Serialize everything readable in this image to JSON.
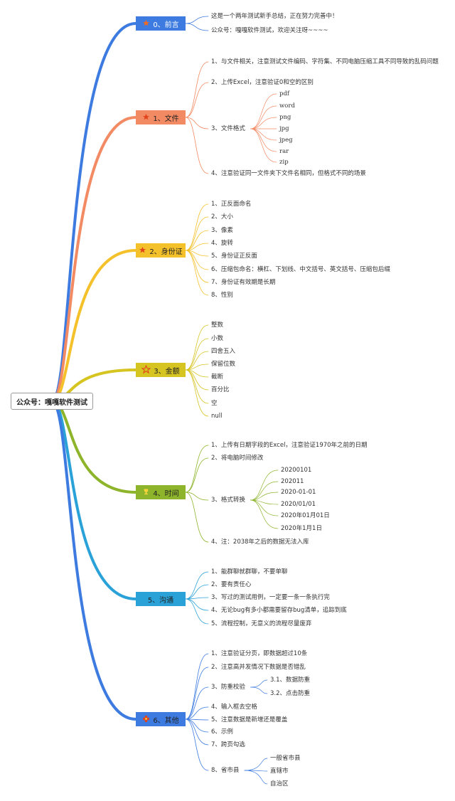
{
  "root": {
    "label": "公众号：嘎嘎软件测试"
  },
  "branches": [
    {
      "key": "preface",
      "label": "0、前言",
      "color": "#3d7be0",
      "text_color": "#ffffff",
      "icon": "star-icon",
      "icon_color": "#f26a21",
      "items": [
        {
          "text": "这是一个两年测试新手总结，正在努力完善中！"
        },
        {
          "text": "公众号：嘎嘎软件测试，欢迎关注呀~~~~"
        }
      ]
    },
    {
      "key": "file",
      "label": "1、文件",
      "color": "#f28a63",
      "text_color": "#222222",
      "icon": "star-icon",
      "icon_color": "#e2441b",
      "items": [
        {
          "text": "1、与文件相关，注意测试文件编码、字符集、不同电脑压缩工具不同导致的乱码问题"
        },
        {
          "text": "2、上传Excel，注意验证0和空的区别"
        },
        {
          "text": "3、文件格式",
          "children": [
            "pdf",
            "word",
            "png",
            "jpg",
            "jpeg",
            "rar",
            "zip"
          ]
        },
        {
          "text": "4、注意验证同一文件夹下文件名相同，但格式不同的场景"
        }
      ]
    },
    {
      "key": "id-card",
      "label": "2、身份证",
      "color": "#f5c12a",
      "text_color": "#222222",
      "icon": "star-icon",
      "icon_color": "#e2441b",
      "items": [
        {
          "text": "1、正反面命名"
        },
        {
          "text": "2、大小"
        },
        {
          "text": "3、像素"
        },
        {
          "text": "4、旋转"
        },
        {
          "text": "5、身份证正反面"
        },
        {
          "text": "6、压缩包命名：横杠、下划线、中文括号、英文括号、压缩包后缀"
        },
        {
          "text": "7、身份证有效期是长期"
        },
        {
          "text": "8、性别"
        }
      ]
    },
    {
      "key": "amount",
      "label": "3、金额",
      "color": "#d6c421",
      "text_color": "#222222",
      "icon": "star-outline-icon",
      "icon_color": "#e2441b",
      "items": [
        {
          "text": "整数"
        },
        {
          "text": "小数"
        },
        {
          "text": "四舍五入"
        },
        {
          "text": "保留位数"
        },
        {
          "text": "截断"
        },
        {
          "text": "百分比"
        },
        {
          "text": "空"
        },
        {
          "text": "null"
        }
      ]
    },
    {
      "key": "time",
      "label": "4、时间",
      "color": "#8db42a",
      "text_color": "#222222",
      "icon": "trophy-icon",
      "icon_color": "#f5d33a",
      "items": [
        {
          "text": "1、上传有日期字段的Excel，注意验证1970年之前的日期"
        },
        {
          "text": "2、将电脑时间修改"
        },
        {
          "text": "3、格式转换",
          "children": [
            "20200101",
            "202011",
            "2020-01-01",
            "2020/01/01",
            "2020年01月01日",
            "2020年1月1日"
          ]
        },
        {
          "text": "4、注：2038年之后的数据无法入库"
        }
      ]
    },
    {
      "key": "communication",
      "label": "5、沟通",
      "color": "#2aa2d8",
      "text_color": "#222222",
      "icon": "",
      "icon_color": "",
      "items": [
        {
          "text": "1、能群聊就群聊，不要单聊"
        },
        {
          "text": "2、要有责任心"
        },
        {
          "text": "3、写过的测试用例，一定要一条一条执行完"
        },
        {
          "text": "4、无论bug有多小都需要留存bug清单，追踪到底"
        },
        {
          "text": "5、流程控制，无意义的流程尽量废弃"
        }
      ]
    },
    {
      "key": "other",
      "label": "6、其他",
      "color": "#3d7be0",
      "text_color": "#222222",
      "icon": "flower-icon",
      "icon_color": "#e2441b",
      "items": [
        {
          "text": "1、注意验证分页，即数据超过10条"
        },
        {
          "text": "2、注意高并发情况下数据是否错乱"
        },
        {
          "text": "3、防重校验",
          "children": [
            "3.1、数据防重",
            "3.2、点击防重"
          ]
        },
        {
          "text": "4、输入框去空格"
        },
        {
          "text": "5、注意数据是新增还是覆盖"
        },
        {
          "text": "6、示例"
        },
        {
          "text": "7、跨页勾选"
        },
        {
          "text": "8、省市县",
          "children": [
            "一般省市县",
            "直辖市",
            "自治区"
          ]
        }
      ]
    }
  ]
}
